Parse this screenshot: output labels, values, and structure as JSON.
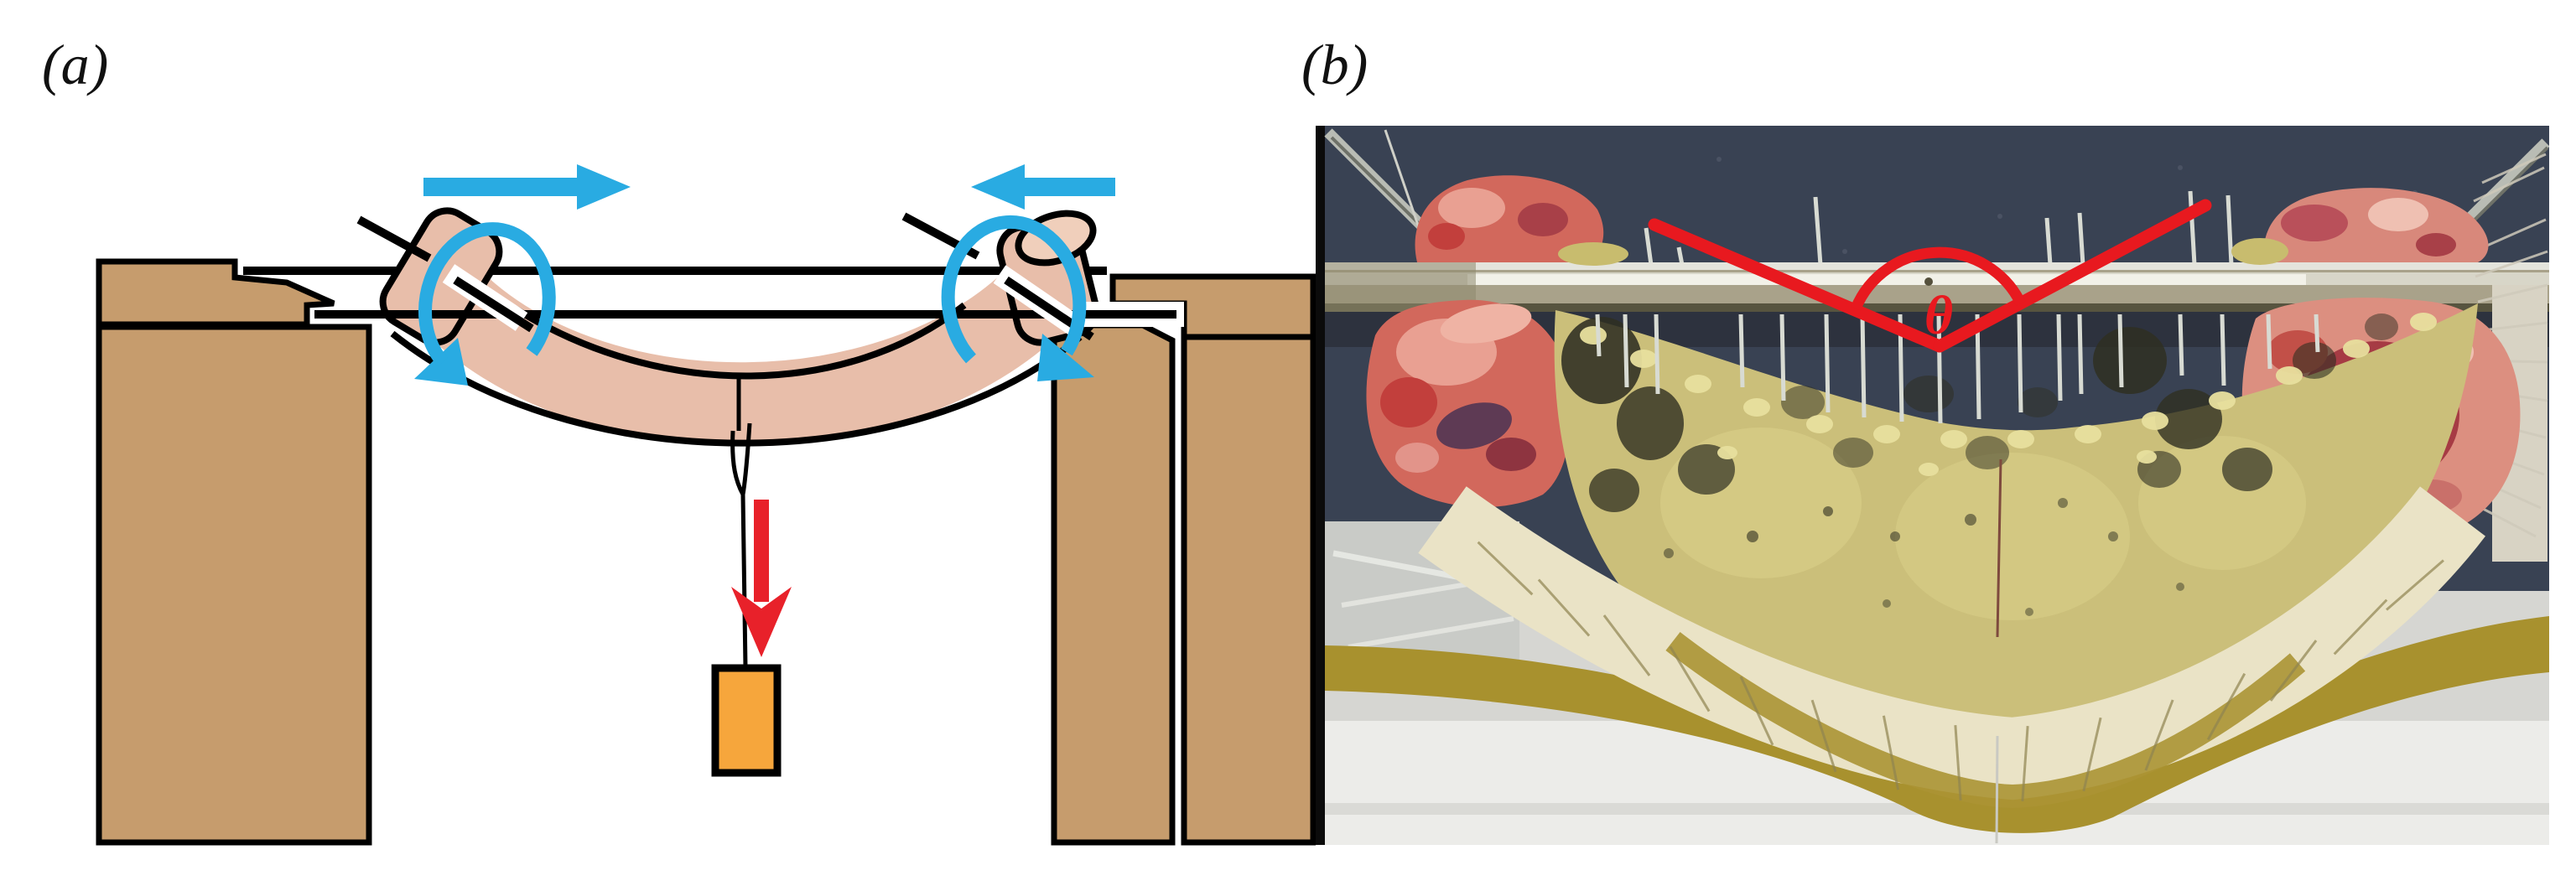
{
  "panels": {
    "a": {
      "label": "(a)"
    },
    "b": {
      "label": "(b)",
      "angle_symbol": "θ"
    }
  },
  "palette": {
    "support_brown": "#C69C6D",
    "specimen_pink": "#E8BEAA",
    "specimen_pink_light": "#F0CFBB",
    "outline_black": "#000000",
    "arrow_blue": "#29ABE2",
    "force_red": "#E8212A",
    "weight_orange": "#F6A63C",
    "photo_backdrop": "#394253",
    "metal_rod": "#A9A28A",
    "bench_gray": "#D6D6D2",
    "floor_light": "#ECECE9",
    "foil_gray": "#C9CBC7",
    "skin_khaki": "#CBBF7A",
    "skin_pale_scale": "#E8E09E",
    "skin_dark_pattern": "#2F2F22",
    "belly_cream": "#EAE3C6",
    "shadow_olive": "#A8912E",
    "meat_red": "#D2685C",
    "meat_deep_red": "#8E3440",
    "annotation_red": "#E8191F",
    "pin_silver": "#D8DBD3"
  }
}
